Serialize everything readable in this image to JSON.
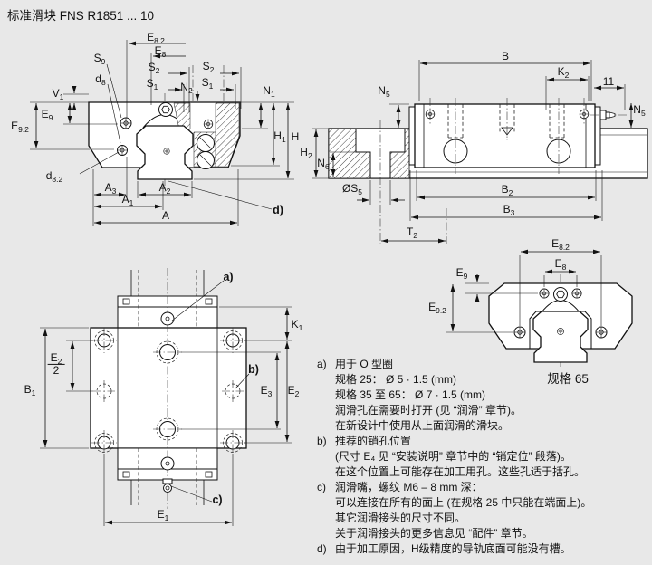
{
  "title": "标准滑块 FNS R1851 ... 10",
  "dims": {
    "E8_2": {
      "main": "E",
      "sub": "8.2"
    },
    "E8": {
      "main": "E",
      "sub": "8"
    },
    "E9": {
      "main": "E",
      "sub": "9"
    },
    "E9_2": {
      "main": "E",
      "sub": "9.2"
    },
    "S9": {
      "main": "S",
      "sub": "9"
    },
    "d8": {
      "main": "d",
      "sub": "8"
    },
    "d8_2": {
      "main": "d",
      "sub": "8.2"
    },
    "S2": {
      "main": "S",
      "sub": "2"
    },
    "S1": {
      "main": "S",
      "sub": "1"
    },
    "N1": {
      "main": "N",
      "sub": "1"
    },
    "N2": {
      "main": "N",
      "sub": "2"
    },
    "V1": {
      "main": "V",
      "sub": "1"
    },
    "H1": {
      "main": "H",
      "sub": "1"
    },
    "H": {
      "main": "H"
    },
    "A3": {
      "main": "A",
      "sub": "3"
    },
    "A2": {
      "main": "A",
      "sub": "2"
    },
    "A1": {
      "main": "A",
      "sub": "1"
    },
    "A": {
      "main": "A"
    },
    "B": {
      "main": "B"
    },
    "K2": {
      "main": "K",
      "sub": "2"
    },
    "K1": {
      "main": "K",
      "sub": "1"
    },
    "N5": {
      "main": "N",
      "sub": "5"
    },
    "N6": {
      "main": "N",
      "sub": "6"
    },
    "H2": {
      "main": "H",
      "sub": "2"
    },
    "S5": {
      "main": "ØS",
      "sub": "5"
    },
    "B2": {
      "main": "B",
      "sub": "2"
    },
    "B3": {
      "main": "B",
      "sub": "3"
    },
    "T2": {
      "main": "T",
      "sub": "2"
    },
    "E2": {
      "main": "E",
      "sub": "2"
    },
    "E3": {
      "main": "E",
      "sub": "3"
    },
    "E1": {
      "main": "E",
      "sub": "1"
    },
    "B1": {
      "main": "B",
      "sub": "1"
    },
    "dim11": {
      "main": "11"
    },
    "E2_half_den": "2"
  },
  "callouts": {
    "a": "a)",
    "b": "b)",
    "c": "c)",
    "d": "d)"
  },
  "views": {
    "size65": {
      "caption": "规格 65"
    }
  },
  "notes": [
    {
      "marker": "a)",
      "lines": [
        "用于 O 型圈",
        "规格 25： Ø 5 · 1.5 (mm)",
        "规格 35 至 65： Ø 7 · 1.5 (mm)",
        "润滑孔在需要时打开 (见 “润滑” 章节)。",
        "在新设计中使用从上面润滑的滑块。"
      ]
    },
    {
      "marker": "b)",
      "lines": [
        "推荐的销孔位置",
        "(尺寸 E₄ 见 “安装说明” 章节中的 “销定位” 段落)。",
        "在这个位置上可能存在加工用孔。这些孔适于括孔。"
      ]
    },
    {
      "marker": "c)",
      "lines": [
        "润滑嘴，螺纹 M6 – 8 mm 深：",
        "可以连接在所有的面上 (在规格 25 中只能在端面上)。",
        "其它润滑接头的尺寸不同。",
        "关于润滑接头的更多信息见 “配件” 章节。"
      ]
    },
    {
      "marker": "d)",
      "lines": [
        "由于加工原因，H级精度的导轨底面可能没有槽。"
      ]
    }
  ]
}
